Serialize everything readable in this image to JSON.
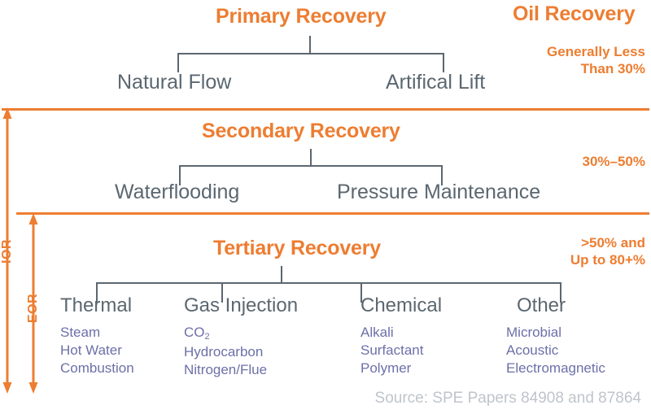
{
  "title": "Oil Recovery",
  "colors": {
    "orange": "#ED7D31",
    "node_gray": "#5B6770",
    "sub_purple": "#6C70A8",
    "source_gray": "#BFC5CB",
    "background": "#FFFFFF"
  },
  "corner_header": "Oil Recovery",
  "stages": [
    {
      "id": "primary",
      "heading": "Primary Recovery",
      "children": [
        "Natural Flow",
        "Artifical Lift"
      ],
      "recovery_label_lines": [
        "Generally Less",
        "Than 30%"
      ]
    },
    {
      "id": "secondary",
      "heading": "Secondary Recovery",
      "children": [
        "Waterflooding",
        "Pressure Maintenance"
      ],
      "recovery_label_lines": [
        "30%–50%"
      ]
    },
    {
      "id": "tertiary",
      "heading": "Tertiary Recovery",
      "children": [
        "Thermal",
        "Gas Injection",
        "Chemical",
        "Other"
      ],
      "recovery_label_lines": [
        ">50% and",
        "Up to 80+%"
      ],
      "methods": [
        {
          "category": "Thermal",
          "items": [
            "Steam",
            "Hot Water",
            "Combustion"
          ]
        },
        {
          "category": "Gas Injection",
          "items": [
            "CO2",
            "Hydrocarbon",
            "Nitrogen/Flue"
          ]
        },
        {
          "category": "Chemical",
          "items": [
            "Alkali",
            "Surfactant",
            "Polymer"
          ]
        },
        {
          "category": "Other",
          "items": [
            "Microbial",
            "Acoustic",
            "Electromagnetic"
          ]
        }
      ]
    }
  ],
  "sub_items": {
    "thermal": {
      "i0": "Steam",
      "i1": "Hot Water",
      "i2": "Combustion"
    },
    "gas": {
      "i0_main": "CO",
      "i0_sub": "2",
      "i1": "Hydrocarbon",
      "i2": "Nitrogen/Flue"
    },
    "chemical": {
      "i0": "Alkali",
      "i1": "Surfactant",
      "i2": "Polymer"
    },
    "other": {
      "i0": "Microbial",
      "i1": "Acoustic",
      "i2": "Electromagnetic"
    }
  },
  "axes": [
    {
      "id": "ior",
      "label": "IOR",
      "spans": [
        "secondary",
        "tertiary"
      ]
    },
    {
      "id": "eor",
      "label": "EOR",
      "spans": [
        "tertiary"
      ]
    }
  ],
  "source": "Source: SPE Papers 84908 and 87864"
}
